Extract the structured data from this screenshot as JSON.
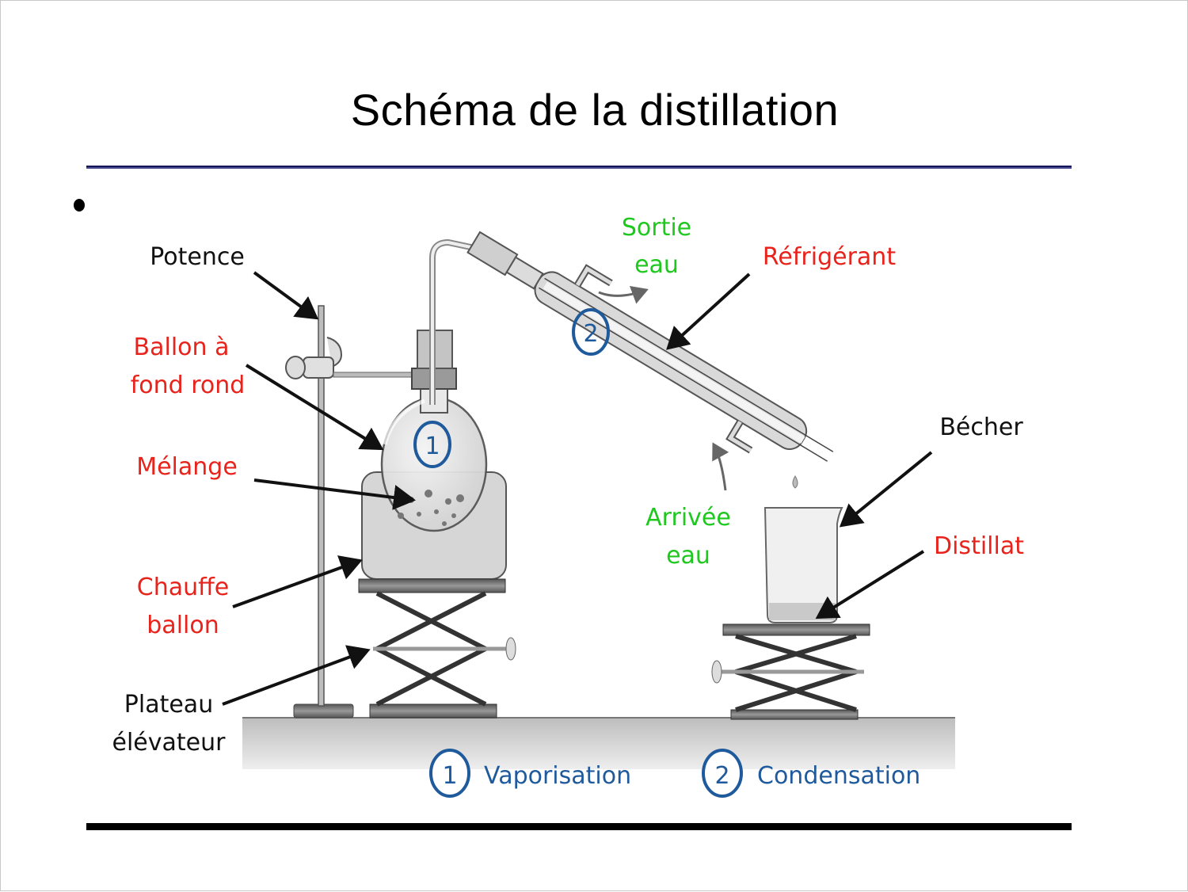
{
  "slide": {
    "title": "Schéma de la distillation",
    "bullet": "•"
  },
  "diagram": {
    "labels": {
      "potence": "Potence",
      "ballon_line1": "Ballon à",
      "ballon_line2": "fond rond",
      "melange": "Mélange",
      "chauffe_line1": "Chauffe",
      "chauffe_line2": "ballon",
      "plateau_line1": "Plateau",
      "plateau_line2": "élévateur",
      "sortie_line1": "Sortie",
      "sortie_line2": "eau",
      "refrigerant": "Réfrigérant",
      "arrivee_line1": "Arrivée",
      "arrivee_line2": "eau",
      "becher": "Bécher",
      "distillat": "Distillat"
    },
    "step_markers": [
      {
        "number": "1",
        "name": "Vaporisation"
      },
      {
        "number": "2",
        "name": "Condensation"
      }
    ],
    "legend": [
      {
        "number": "1",
        "label": "Vaporisation"
      },
      {
        "number": "2",
        "label": "Condensation"
      }
    ],
    "colors": {
      "label_black": "#111111",
      "label_red": "#e8231c",
      "label_green": "#1ec81e",
      "step_blue": "#1f5a9c",
      "title_rule": "#14145a"
    }
  }
}
